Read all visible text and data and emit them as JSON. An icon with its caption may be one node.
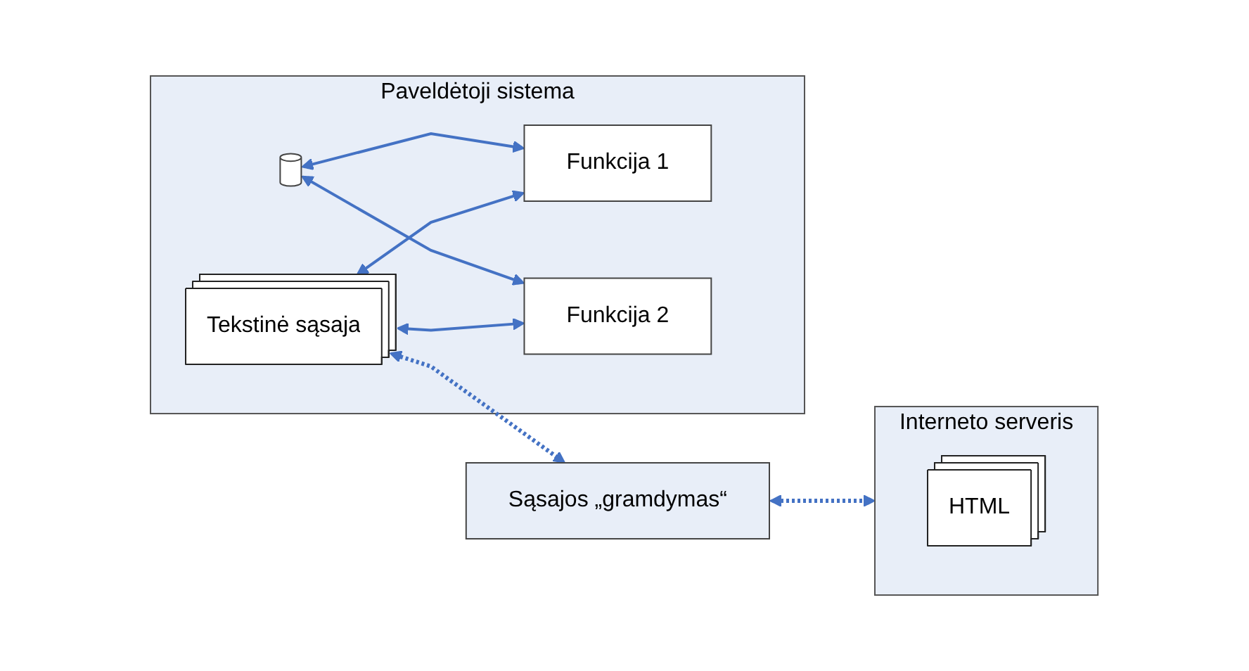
{
  "diagram": {
    "nodes": [
      {
        "text": [
          "Paveldėtoji sistema"
        ]
      },
      {
        "text": [],
        "shape": "cylinder",
        "in": 0
      },
      {
        "text": [
          "Funkcija 1"
        ],
        "in": 0
      },
      {
        "text": [
          "Funkcija 2"
        ],
        "in": 0
      },
      {
        "text": [
          "Tekstinė sąsaja"
        ],
        "in": 0
      },
      {
        "text": [
          "Sąsajos „gramdymas“"
        ]
      },
      {
        "text": [
          "Interneto serveris"
        ]
      },
      {
        "text": [
          "HTML"
        ],
        "in": 6
      }
    ],
    "edges": [
      {
        "from": 1,
        "to": 2,
        "arrow": "both"
      },
      {
        "from": 1,
        "to": 3,
        "arrow": "both"
      },
      {
        "from": 4,
        "to": 2,
        "arrow": "both"
      },
      {
        "from": 4,
        "to": 3,
        "arrow": "both"
      },
      {
        "from": 4,
        "to": 5,
        "arrow": "both",
        "style": "dashed"
      },
      {
        "from": 5,
        "to": 6,
        "arrow": "both",
        "style": "dashed"
      }
    ]
  }
}
